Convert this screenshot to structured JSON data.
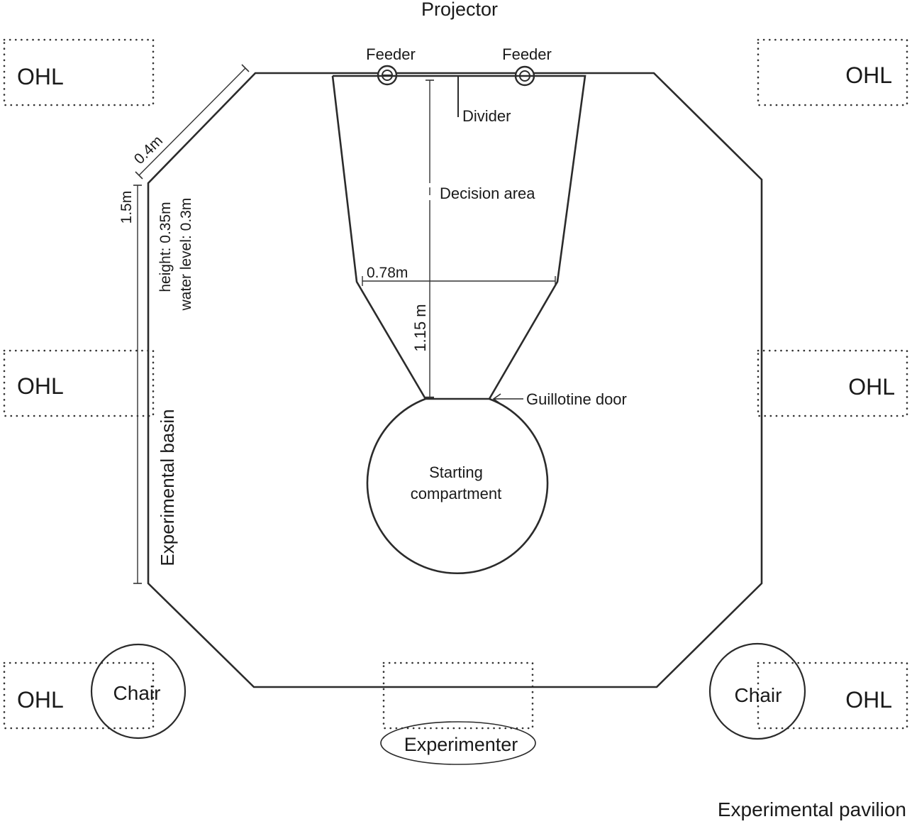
{
  "diagram": {
    "title": "Experimental pavilion",
    "projector": "Projector",
    "feeders": [
      "Feeder",
      "Feeder"
    ],
    "divider": "Divider",
    "decision_area": "Decision area",
    "guillotine_door": "Guillotine door",
    "starting_compartment": [
      "Starting",
      "compartment"
    ],
    "basin_label": "Experimental basin",
    "basin_height": "height: 0.35m",
    "water_level": "water level: 0.3m",
    "dimensions": {
      "diagonal_side": "0.4m",
      "straight_side": "1.5m",
      "decision_width": "0.78m",
      "decision_length": "1.15 m"
    },
    "ohl_labels": [
      "OHL",
      "OHL",
      "OHL",
      "OHL",
      "OHL",
      "OHL"
    ],
    "chairs": [
      "Chair",
      "Chair"
    ],
    "experimenter": "Experimenter"
  }
}
